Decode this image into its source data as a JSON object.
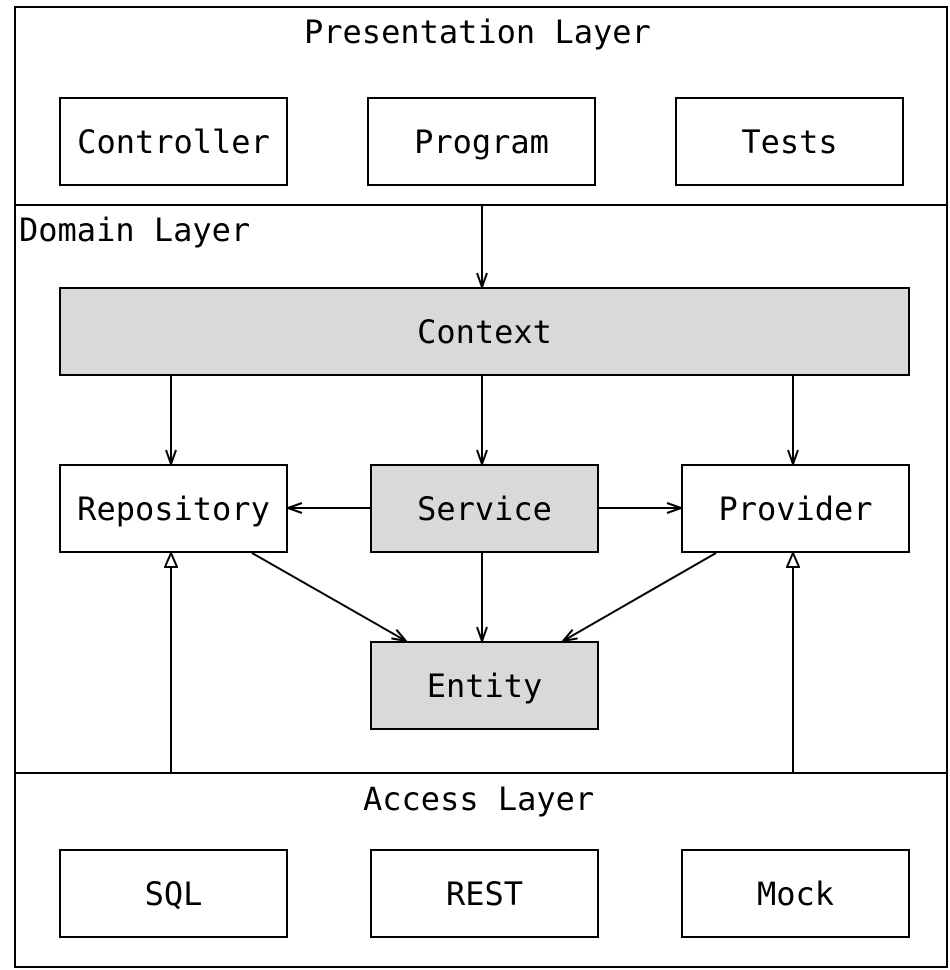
{
  "layers": {
    "presentation": {
      "title": "Presentation Layer",
      "items": [
        "Controller",
        "Program",
        "Tests"
      ]
    },
    "domain": {
      "title": "Domain Layer",
      "context": "Context",
      "repository": "Repository",
      "service": "Service",
      "provider": "Provider",
      "entity": "Entity"
    },
    "access": {
      "title": "Access Layer",
      "items": [
        "SQL",
        "REST",
        "Mock"
      ]
    }
  },
  "colors": {
    "core_fill": "#d9d9d9",
    "stroke": "#000000",
    "background": "#ffffff"
  }
}
